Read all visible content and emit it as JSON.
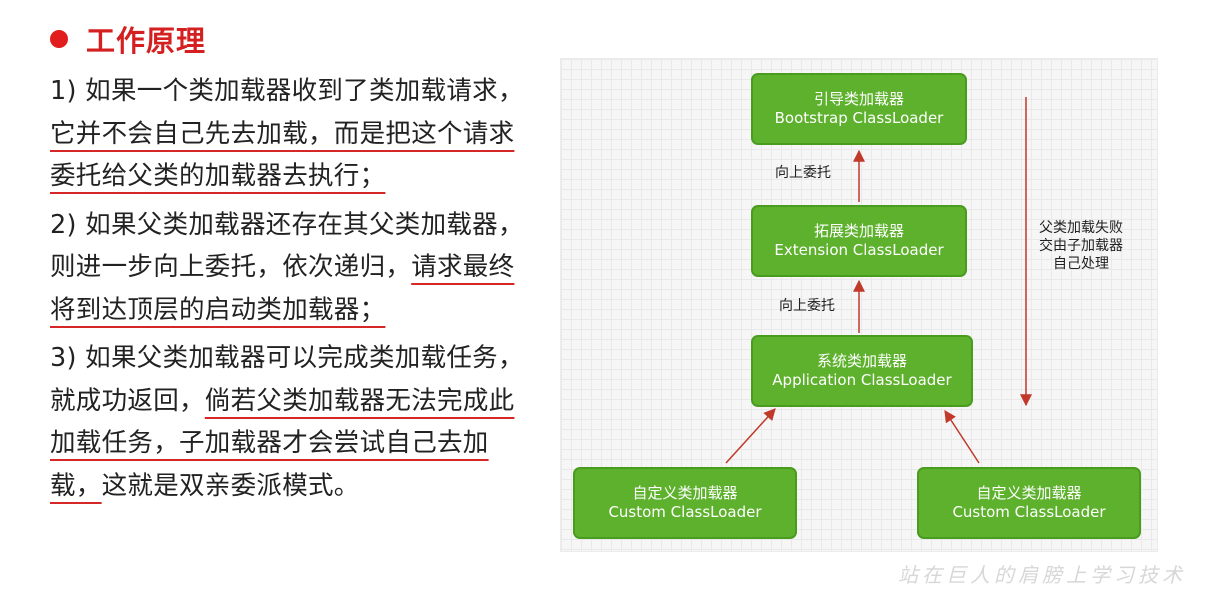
{
  "heading": "工作原理",
  "paragraphs": [
    {
      "segments": [
        {
          "text": "1) 如果一个类加载器收到了类加载请求，",
          "underline": false
        },
        {
          "text": "它并不会自己先去加载，而是把这个请求委托给父类的加载器去执行；",
          "underline": true
        }
      ]
    },
    {
      "segments": [
        {
          "text": "2) 如果父类加载器还存在其父类加载器，则进一步向上委托，依次递归，",
          "underline": false
        },
        {
          "text": "请求最终将到达顶层的启动类加载器；",
          "underline": true
        }
      ]
    },
    {
      "segments": [
        {
          "text": "3) 如果父类加载器可以完成类加载任务，就成功返回，",
          "underline": false
        },
        {
          "text": "倘若父类加载器无法完成此加载任务，子加载器才会尝试自己去加载，",
          "underline": true
        },
        {
          "text": "这就是双亲委派模式。",
          "underline": false
        }
      ]
    }
  ],
  "diagram": {
    "bootstrap": {
      "cn": "引导类加载器",
      "en": "Bootstrap ClassLoader"
    },
    "extension": {
      "cn": "拓展类加载器",
      "en": "Extension ClassLoader"
    },
    "application": {
      "cn": "系统类加载器",
      "en": "Application ClassLoader"
    },
    "custom_left": {
      "cn": "自定义类加载器",
      "en": "Custom ClassLoader"
    },
    "custom_right": {
      "cn": "自定义类加载器",
      "en": "Custom ClassLoader"
    },
    "delegate_up_1": "向上委托",
    "delegate_up_2": "向上委托",
    "fallback_lines": [
      "父类加载失败",
      "交由子加载器",
      "自己处理"
    ]
  },
  "watermark": "站在巨人的肩膀上学习技术",
  "colors": {
    "accent_red": "#d42020",
    "node_green": "#5db12c",
    "arrow_red": "#c0392b"
  }
}
